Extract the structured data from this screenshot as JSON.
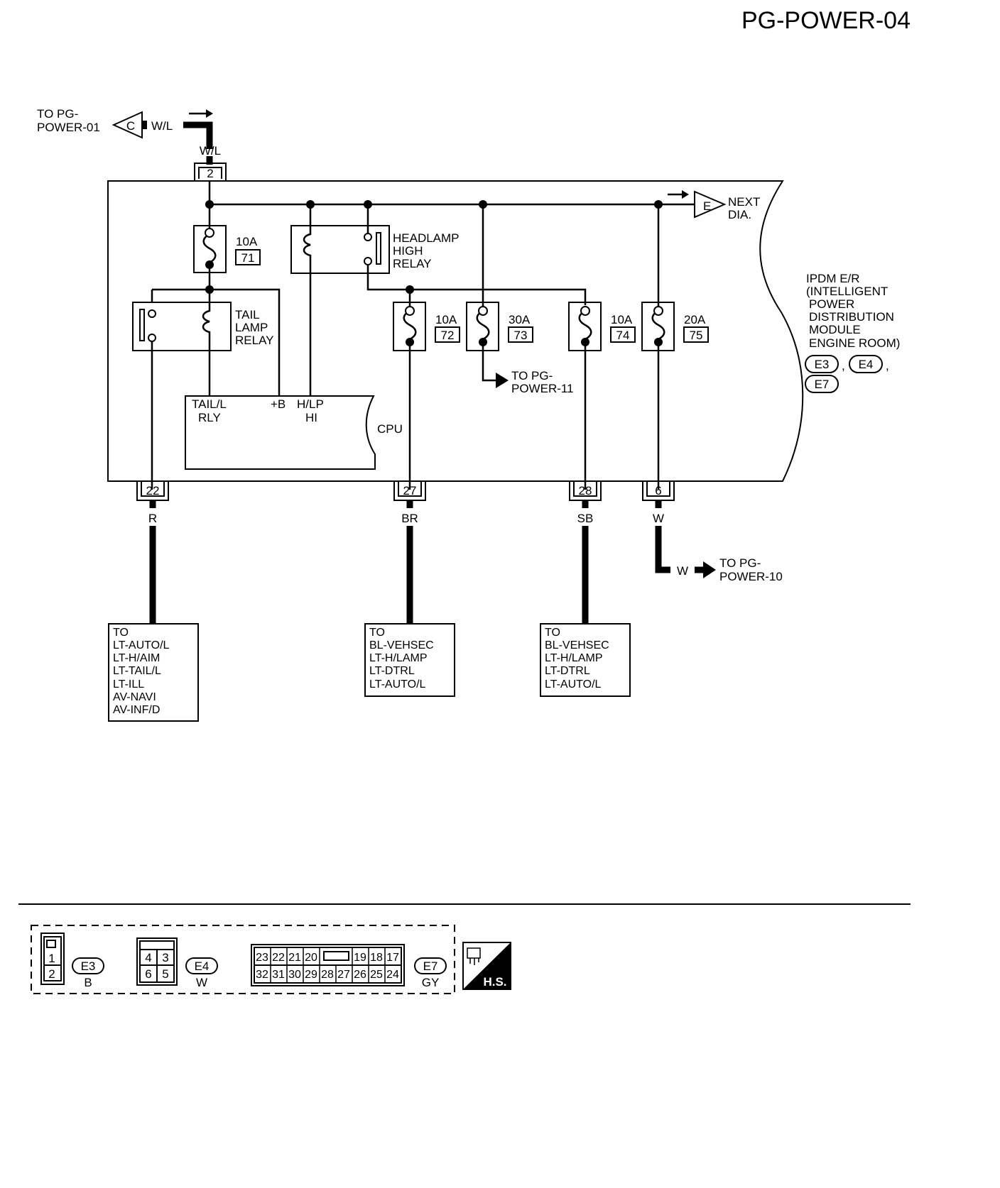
{
  "page_title": "PG-POWER-04",
  "input_connector": {
    "to_line1": "TO PG-",
    "to_line2": "POWER-01",
    "connector_letter": "C",
    "wire_color": "W/L",
    "terminal": "2"
  },
  "next_dia": {
    "letter": "E",
    "line1": "NEXT",
    "line2": "DIA."
  },
  "fuses": [
    {
      "amp": "10A",
      "num": "71"
    },
    {
      "amp": "10A",
      "num": "72"
    },
    {
      "amp": "30A",
      "num": "73"
    },
    {
      "amp": "10A",
      "num": "74"
    },
    {
      "amp": "20A",
      "num": "75"
    }
  ],
  "headlamp_relay": [
    "HEADLAMP",
    "HIGH",
    "RELAY"
  ],
  "tail_relay": [
    "TAIL",
    "LAMP",
    "RELAY"
  ],
  "cpu": {
    "label": "CPU",
    "tail_l": [
      "TAIL/L",
      "RLY"
    ],
    "plus_b": "+B",
    "hlp": [
      "H/LP",
      "HI"
    ]
  },
  "to_pg_power_11": [
    "TO PG-",
    "POWER-11"
  ],
  "ipdm": [
    "IPDM E/R",
    "(INTELLIGENT",
    "POWER",
    "DISTRIBUTION",
    "MODULE",
    "ENGINE ROOM)"
  ],
  "ipdm_connectors": [
    "E3",
    "E4",
    "E7"
  ],
  "outputs": [
    {
      "terminal": "22",
      "color": "R",
      "dest": [
        "TO",
        "LT-AUTO/L",
        "LT-H/AIM",
        "LT-TAIL/L",
        "LT-ILL",
        "AV-NAVI",
        "AV-INF/D"
      ]
    },
    {
      "terminal": "27",
      "color": "BR",
      "dest": [
        "TO",
        "BL-VEHSEC",
        "LT-H/LAMP",
        "LT-DTRL",
        "LT-AUTO/L"
      ]
    },
    {
      "terminal": "28",
      "color": "SB",
      "dest": [
        "TO",
        "BL-VEHSEC",
        "LT-H/LAMP",
        "LT-DTRL",
        "LT-AUTO/L"
      ]
    },
    {
      "terminal": "6",
      "color": "W",
      "dest": []
    }
  ],
  "to_pg_power_10": {
    "color": "W",
    "line1": "TO PG-",
    "line2": "POWER-10"
  },
  "connector_views": {
    "e3": {
      "id": "E3",
      "color": "B",
      "pins": [
        "1",
        "2"
      ]
    },
    "e4": {
      "id": "E4",
      "color": "W",
      "pins": [
        "4",
        "3",
        "6",
        "5"
      ]
    },
    "e7": {
      "id": "E7",
      "color": "GY",
      "top": [
        "23",
        "22",
        "21",
        "20",
        "19",
        "18",
        "17"
      ],
      "bottom": [
        "32",
        "31",
        "30",
        "29",
        "28",
        "27",
        "26",
        "25",
        "24"
      ]
    }
  },
  "hs_label": "H.S."
}
